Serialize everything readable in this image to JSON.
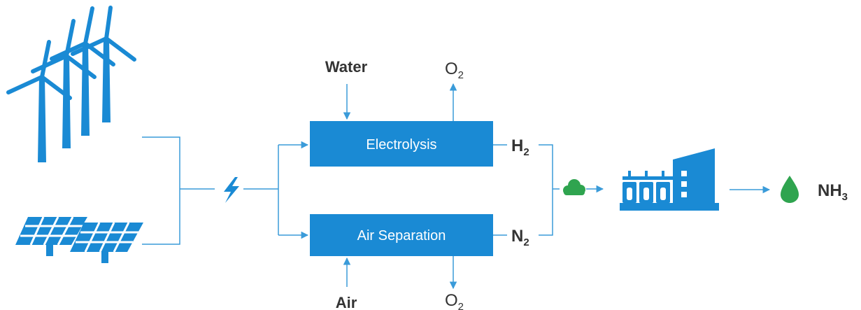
{
  "inputs": {
    "water": "Water",
    "air": "Air"
  },
  "processes": {
    "electrolysis": "Electrolysis",
    "air_separation": "Air Separation"
  },
  "outputs": {
    "o2_top": {
      "base": "O",
      "sub": "2"
    },
    "o2_bottom": {
      "base": "O",
      "sub": "2"
    }
  },
  "products": {
    "h2": {
      "base": "H",
      "sub": "2"
    },
    "n2": {
      "base": "N",
      "sub": "2"
    },
    "nh3": {
      "base": "NH",
      "sub": "3"
    }
  },
  "icons": [
    "wind-turbines-icon",
    "solar-panel-icon",
    "lightning-bolt-icon",
    "cloud-icon",
    "factory-icon",
    "droplet-icon"
  ],
  "colors": {
    "primary_blue": "#1a8ad4",
    "line_blue": "#3a9bd9",
    "green": "#2fa44f",
    "text": "#333333"
  }
}
